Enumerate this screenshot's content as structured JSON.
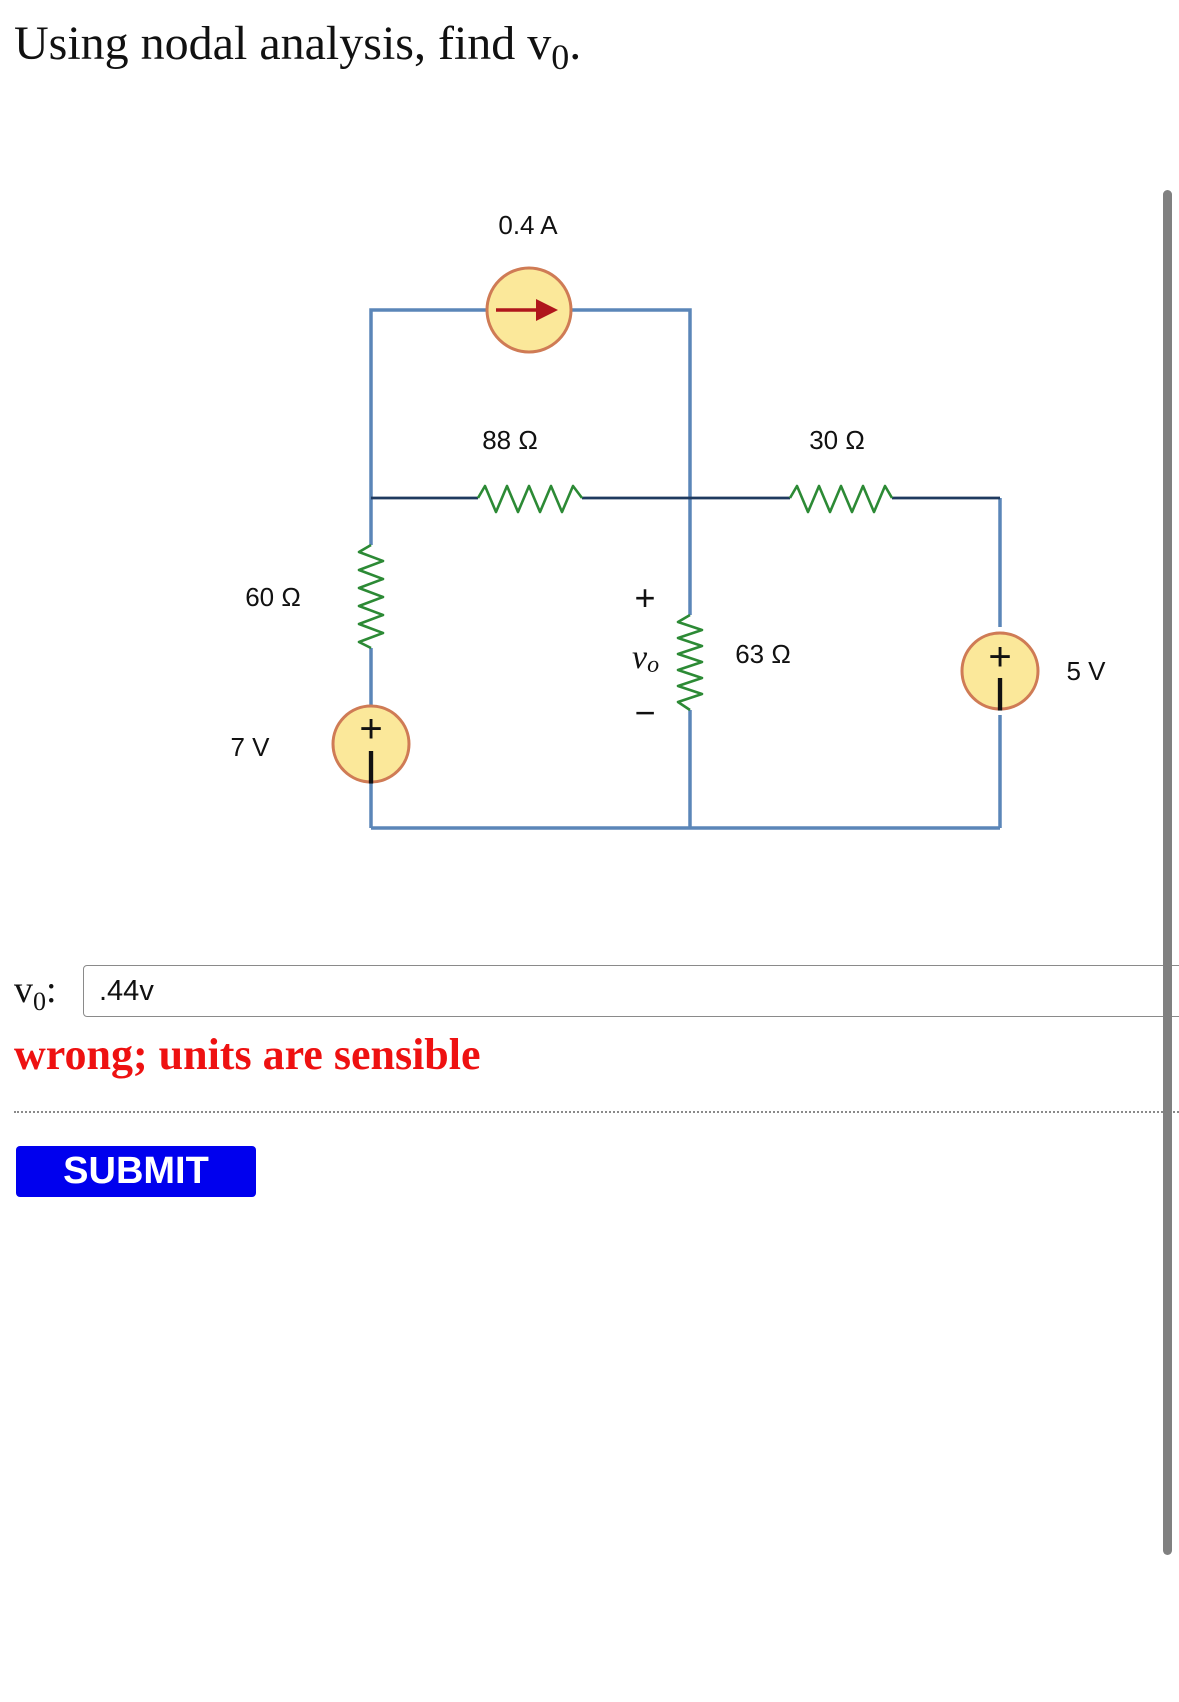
{
  "question": {
    "prefix": "Using nodal analysis, find v",
    "subscript": "0",
    "suffix": "."
  },
  "circuit": {
    "current_source_label": "0.4 A",
    "r88_label": "88 Ω",
    "r30_label": "30 Ω",
    "r60_label": "60 Ω",
    "r63_label": "63 Ω",
    "v7_label": "7 V",
    "v5_label": "5 V",
    "vo_plus": "+",
    "vo_minus": "−",
    "vo_symbol": "v",
    "vo_sub": "o",
    "src_plus": "+",
    "src_minus": "|",
    "colors": {
      "wire_dark": "#1f3a5f",
      "wire_blue": "#5b86b8",
      "source_fill": "#fbe89a",
      "source_stroke": "#cf7b55",
      "arrow": "#b0161b",
      "resistor": "#2c8a35"
    }
  },
  "answer": {
    "label_prefix": "v",
    "label_sub": "0",
    "label_suffix": ":",
    "value": ".44v"
  },
  "feedback": {
    "text": "wrong; units are sensible",
    "color": "#ee1111"
  },
  "submit": {
    "label": "SUBMIT",
    "color": "#0000ee"
  }
}
